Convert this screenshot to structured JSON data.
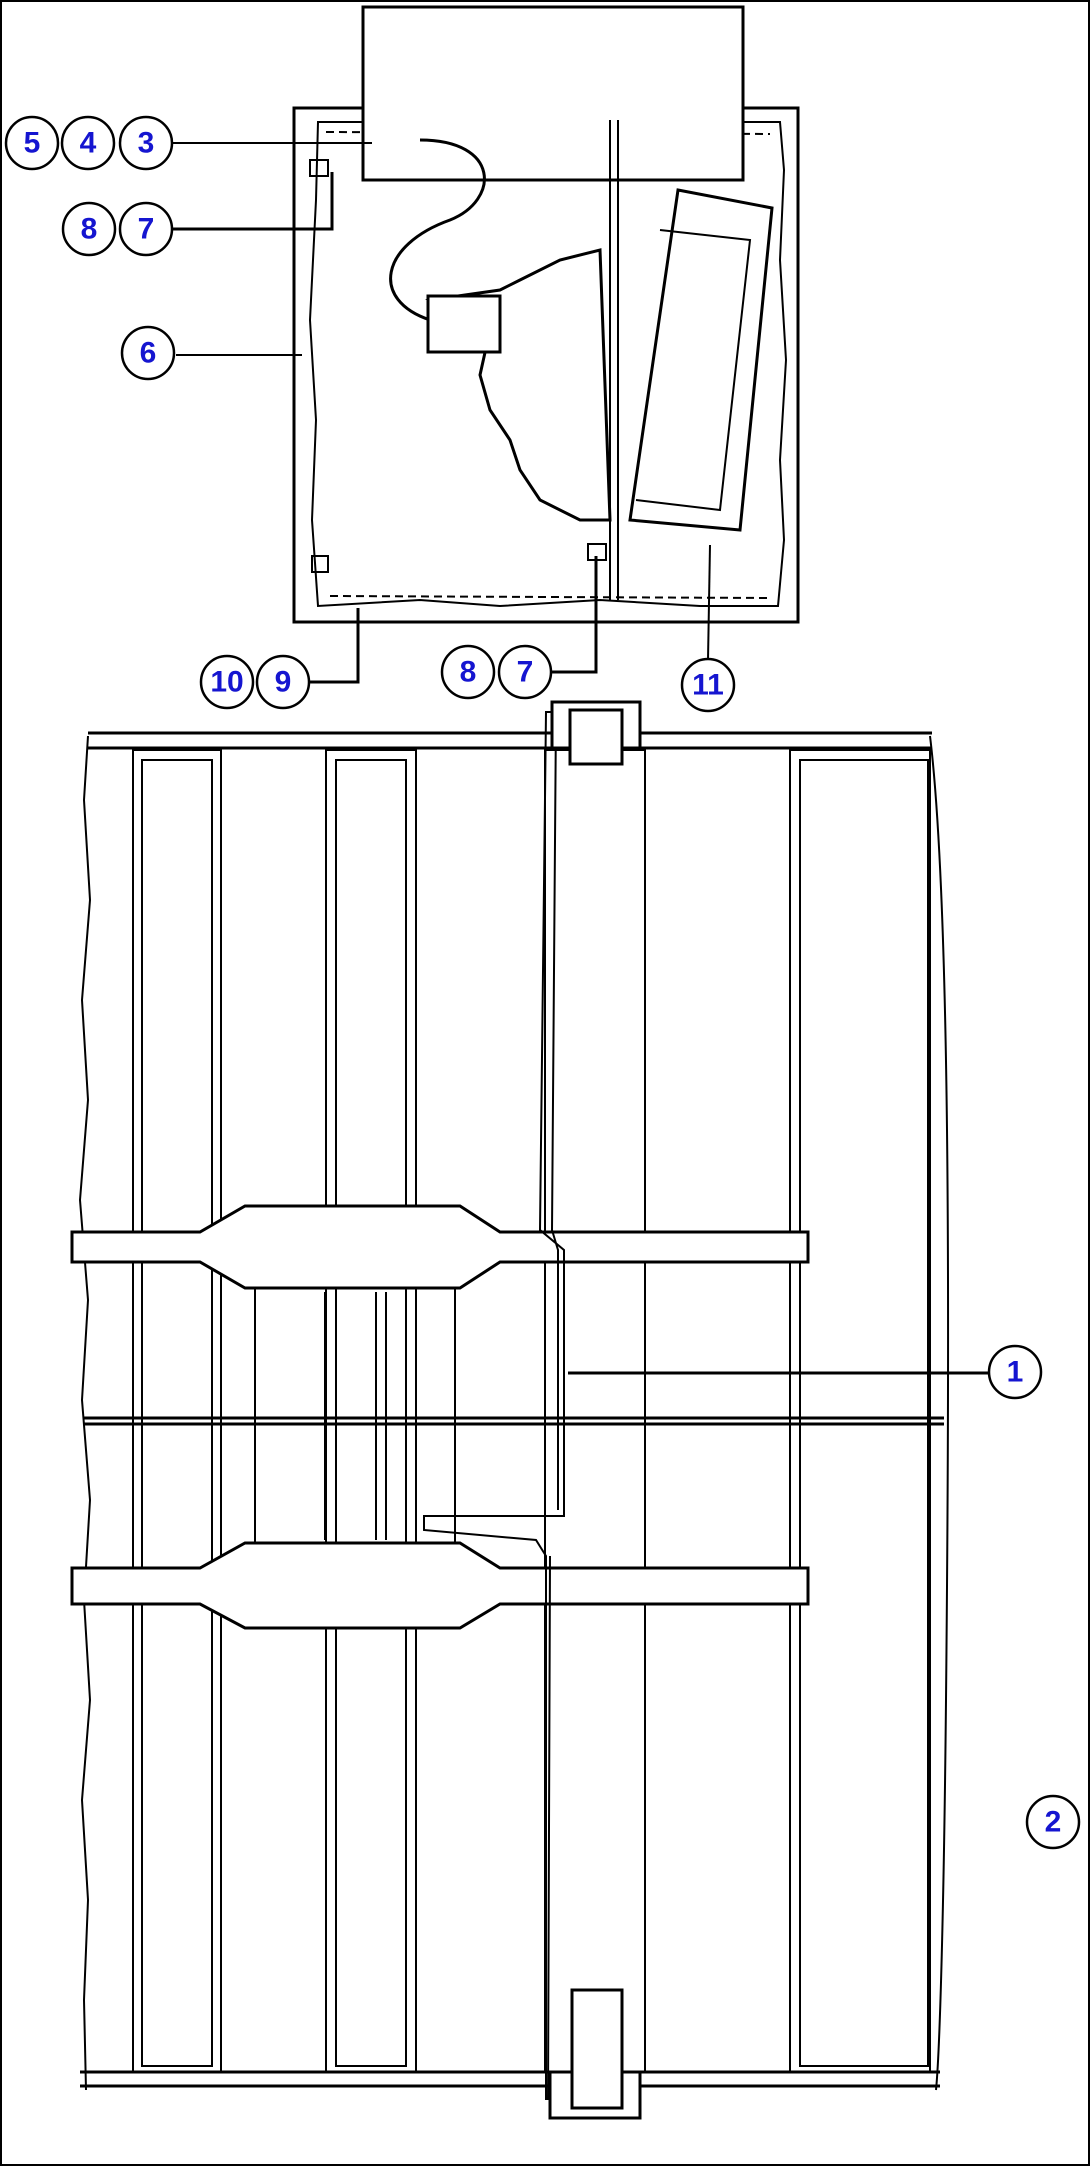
{
  "callouts": [
    {
      "id": "c1",
      "label": "1"
    },
    {
      "id": "c2",
      "label": "2"
    },
    {
      "id": "c3",
      "label": "3"
    },
    {
      "id": "c4",
      "label": "4"
    },
    {
      "id": "c5",
      "label": "5"
    },
    {
      "id": "c6",
      "label": "6"
    },
    {
      "id": "c7a",
      "label": "7"
    },
    {
      "id": "c8a",
      "label": "8"
    },
    {
      "id": "c7b",
      "label": "7"
    },
    {
      "id": "c8b",
      "label": "8"
    },
    {
      "id": "c9",
      "label": "9"
    },
    {
      "id": "c10",
      "label": "10"
    },
    {
      "id": "c11",
      "label": "11"
    }
  ]
}
